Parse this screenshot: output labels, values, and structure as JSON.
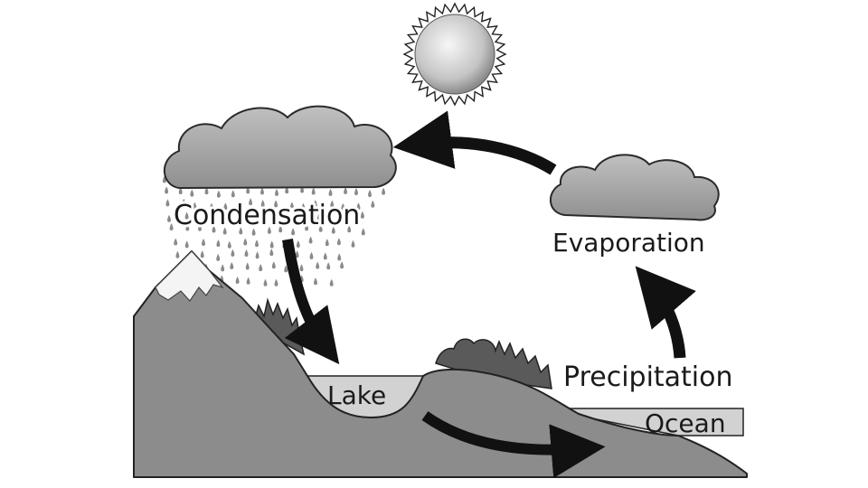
{
  "labels": {
    "condensation": "Condensation",
    "evaporation": "Evaporation",
    "precipitation": "Precipitation",
    "lake": "Lake",
    "ocean": "Ocean"
  },
  "colors": {
    "land": "#8c8c8c",
    "water": "#d2d2d2",
    "cloud": "#a8a8a8",
    "arrow": "#111111",
    "snow": "#f4f4f4",
    "trees": "#5a5a5a",
    "sun_center": "#f7f7f7",
    "sun_edge": "#8a8a8a"
  },
  "icons": {
    "sun": "sun-icon",
    "cloud": "cloud-icon",
    "rain": "rain-drops-icon",
    "mountain": "mountain-icon",
    "arrow": "arrow-icon"
  }
}
